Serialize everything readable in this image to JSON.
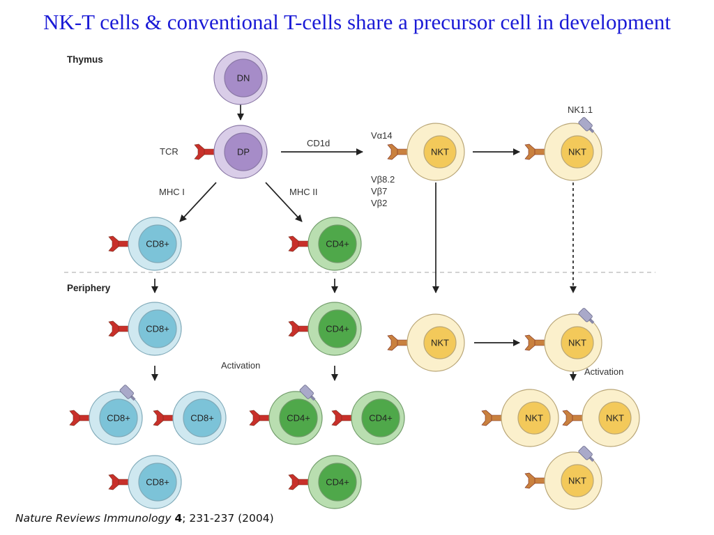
{
  "slide": {
    "title": "NK-T cells & conventional T-cells share a precursor cell in development"
  },
  "citation": {
    "journal": "Nature Reviews Immunology",
    "volume": "4",
    "rest": "; 231-237 (2004)"
  },
  "diagram": {
    "sections": {
      "thymus": "Thymus",
      "periphery": "Periphery"
    },
    "colors": {
      "purple": {
        "outer": "#d9cde8",
        "inner": "#a68cc8",
        "stroke": "#8a78a6"
      },
      "blue": {
        "outer": "#cfe8f0",
        "inner": "#7cc3d8",
        "stroke": "#7fa9b8"
      },
      "green": {
        "outer": "#b9deb0",
        "inner": "#4fa84a",
        "stroke": "#6f9a68"
      },
      "yellow": {
        "outer": "#fbf0cc",
        "inner": "#f3c95a",
        "stroke": "#b9a677"
      },
      "tcr_red": "#c8302a",
      "tcr_orange": "#c9813f",
      "nk11_marker": "#a9a9c9"
    },
    "labels": {
      "tcr": "TCR",
      "cd1d": "CD1d",
      "mhc1": "MHC I",
      "mhc2": "MHC II",
      "va14": "Vα14",
      "vb_list": [
        "Vβ8.2",
        "Vβ7",
        "Vβ2"
      ],
      "nk11": "NK1.1",
      "activation_left": "Activation",
      "activation_right": "Activation"
    },
    "cells": [
      {
        "id": "dn",
        "label": "DN",
        "type": "purple",
        "tcr": "none",
        "marker": false
      },
      {
        "id": "dp",
        "label": "DP",
        "type": "purple",
        "tcr": "red",
        "marker": false
      },
      {
        "id": "cd8-thymus",
        "label": "CD8+",
        "type": "blue",
        "tcr": "red",
        "marker": false
      },
      {
        "id": "cd4-thymus",
        "label": "CD4+",
        "type": "green",
        "tcr": "red",
        "marker": false
      },
      {
        "id": "nkt-thymus-1",
        "label": "NKT",
        "type": "yellow",
        "tcr": "orange",
        "marker": false
      },
      {
        "id": "nkt-thymus-2",
        "label": "NKT",
        "type": "yellow",
        "tcr": "orange",
        "marker": true
      },
      {
        "id": "cd8-periphery",
        "label": "CD8+",
        "type": "blue",
        "tcr": "red",
        "marker": false
      },
      {
        "id": "cd4-periphery",
        "label": "CD4+",
        "type": "green",
        "tcr": "red",
        "marker": false
      },
      {
        "id": "nkt-periphery-1",
        "label": "NKT",
        "type": "yellow",
        "tcr": "orange",
        "marker": false
      },
      {
        "id": "nkt-periphery-2",
        "label": "NKT",
        "type": "yellow",
        "tcr": "orange",
        "marker": true
      },
      {
        "id": "cd8-activated-1",
        "label": "CD8+",
        "type": "blue",
        "tcr": "red",
        "marker": true
      },
      {
        "id": "cd8-activated-2",
        "label": "CD8+",
        "type": "blue",
        "tcr": "red",
        "marker": false
      },
      {
        "id": "cd4-activated-1",
        "label": "CD4+",
        "type": "green",
        "tcr": "red",
        "marker": true
      },
      {
        "id": "cd4-activated-2",
        "label": "CD4+",
        "type": "green",
        "tcr": "red",
        "marker": false
      },
      {
        "id": "nkt-activated-1",
        "label": "NKT",
        "type": "yellow",
        "tcr": "orange",
        "marker": false
      },
      {
        "id": "nkt-activated-2",
        "label": "NKT",
        "type": "yellow",
        "tcr": "orange",
        "marker": false
      },
      {
        "id": "cd8-memory",
        "label": "CD8+",
        "type": "blue",
        "tcr": "red",
        "marker": false
      },
      {
        "id": "cd4-memory",
        "label": "CD4+",
        "type": "green",
        "tcr": "red",
        "marker": false
      },
      {
        "id": "nkt-activated-3",
        "label": "NKT",
        "type": "yellow",
        "tcr": "orange",
        "marker": true
      }
    ],
    "edges": [
      {
        "from": "dn",
        "to": "dp",
        "style": "solid",
        "label": ""
      },
      {
        "from": "dp",
        "to": "nkt-thymus-1",
        "style": "solid",
        "label": "CD1d"
      },
      {
        "from": "dp",
        "to": "cd8-thymus",
        "style": "solid",
        "label": "MHC I"
      },
      {
        "from": "dp",
        "to": "cd4-thymus",
        "style": "solid",
        "label": "MHC II"
      },
      {
        "from": "nkt-thymus-1",
        "to": "nkt-thymus-2",
        "style": "solid",
        "label": ""
      },
      {
        "from": "cd8-thymus",
        "to": "cd8-periphery",
        "style": "solid",
        "label": ""
      },
      {
        "from": "cd4-thymus",
        "to": "cd4-periphery",
        "style": "solid",
        "label": ""
      },
      {
        "from": "nkt-thymus-1",
        "to": "nkt-periphery-1",
        "style": "solid",
        "label": ""
      },
      {
        "from": "nkt-thymus-2",
        "to": "nkt-periphery-2",
        "style": "dashed",
        "label": ""
      },
      {
        "from": "nkt-periphery-1",
        "to": "nkt-periphery-2",
        "style": "solid",
        "label": ""
      },
      {
        "from": "cd8-periphery",
        "to": "cd8-activated",
        "style": "solid",
        "label": "Activation"
      },
      {
        "from": "cd4-periphery",
        "to": "cd4-activated",
        "style": "solid",
        "label": "Activation"
      },
      {
        "from": "nkt-periphery-2",
        "to": "nkt-activated",
        "style": "solid",
        "label": "Activation"
      }
    ]
  }
}
